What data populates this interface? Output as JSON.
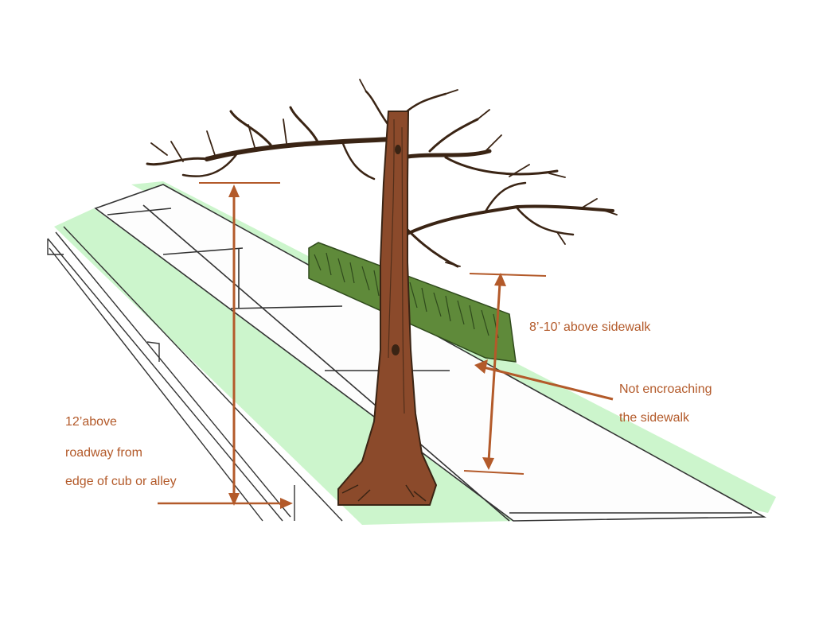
{
  "colors": {
    "annotation": "#b35a2a",
    "grass": "#ccf5cc",
    "trunk": "#8b4a2b",
    "trunk_outline": "#3a2414",
    "hedge": "#5f8a3a",
    "ink": "#333333"
  },
  "annotations": {
    "sidewalk_clearance": "8’-10’ above sidewalk",
    "encroach_line1": "Not encroaching",
    "encroach_line2": "the sidewalk",
    "roadway_line1": "12’above",
    "roadway_line2": "roadway from",
    "roadway_line3": "edge of cub or alley"
  }
}
